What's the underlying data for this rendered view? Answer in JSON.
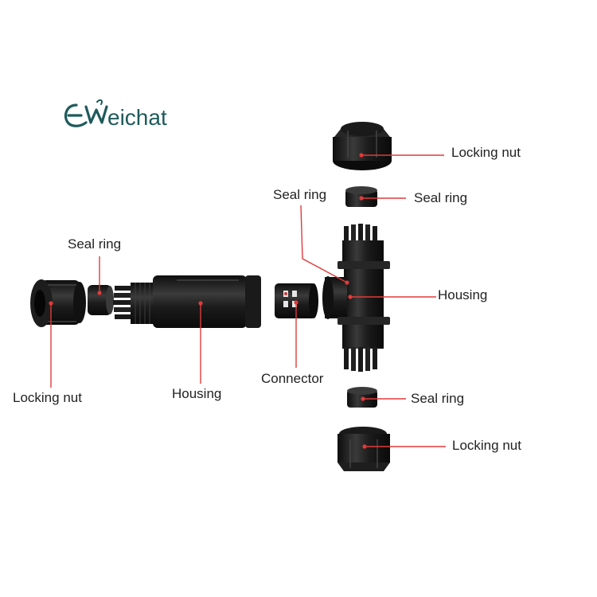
{
  "brand": {
    "name": "EWeichat",
    "tail_text": "eichat",
    "color": "#1f5a5a"
  },
  "colors": {
    "leader": "#e23a3a",
    "part_dark": "#161616",
    "part_mid": "#2a2a2a",
    "part_light": "#4a4a4a",
    "accent": "#e23a3a"
  },
  "labels": {
    "locking_nut_top": "Locking nut",
    "seal_ring_top_right": "Seal ring",
    "seal_ring_top_left": "Seal ring",
    "seal_ring_left": "Seal ring",
    "housing_tee": "Housing",
    "connector": "Connector",
    "locking_nut_left": "Locking nut",
    "housing_left": "Housing",
    "seal_ring_bottom": "Seal ring",
    "locking_nut_bottom": "Locking nut"
  }
}
